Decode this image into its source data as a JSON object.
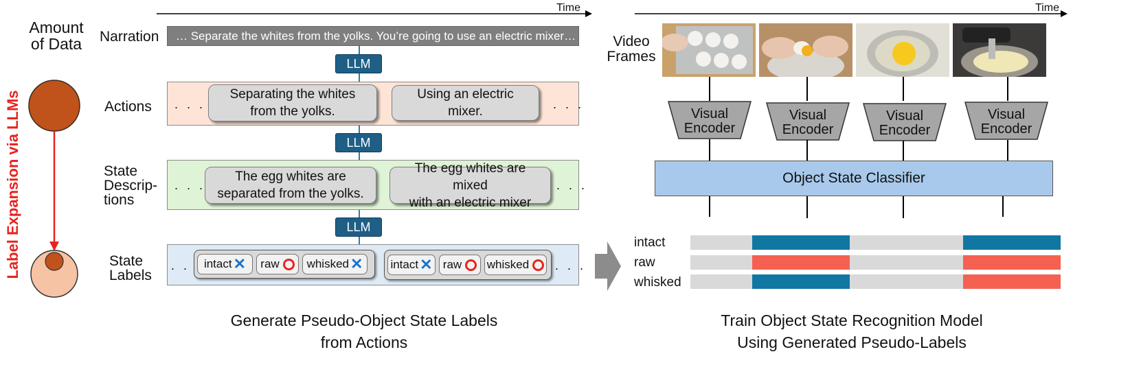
{
  "left": {
    "time_label": "Time",
    "amount_of_data": "Amount\nof Data",
    "expansion_label": "Label Expansion via LLMs",
    "rows": {
      "narration": "Narration",
      "actions": "Actions",
      "state_descriptions": "State\nDescrip-\ntions",
      "state_labels": "State\nLabels"
    },
    "narration_text": "… Separate the whites from the yolks. You’re going to use an electric mixer…",
    "llm_label": "LLM",
    "ellipsis": ". . .",
    "actions": [
      "Separating the whites\nfrom the yolks.",
      "Using an electric mixer."
    ],
    "state_descriptions": [
      "The egg whites are\nseparated from the yolks.",
      "The egg whites are mixed\nwith an electric mixer"
    ],
    "state_label_groups": [
      [
        "intact",
        "raw",
        "whisked"
      ],
      [
        "intact",
        "raw",
        "whisked"
      ]
    ],
    "caption": "Generate Pseudo-Object State Labels\nfrom Actions"
  },
  "right": {
    "time_label": "Time",
    "video_frames": "Video\nFrames",
    "encoder_label": "Visual\nEncoder",
    "classifier_label": "Object State Classifier",
    "states": [
      "intact",
      "raw",
      "whisked"
    ],
    "caption": "Train Object State Recognition Model\nUsing Generated Pseudo-Labels"
  },
  "colors": {
    "accent_red": "#e8231f",
    "circle_brown": "#c0531b",
    "circle_light": "#f7c3a5",
    "llm_blue": "#1f5f86",
    "positive_blue": "#1077a3",
    "positive_red": "#f46151",
    "negative_gray": "#d9d9d9",
    "actions_band": "#fde4d7",
    "descriptions_band": "#dff3d6",
    "labels_band": "#deebf7",
    "classifier_fill": "#a8c9eb"
  }
}
